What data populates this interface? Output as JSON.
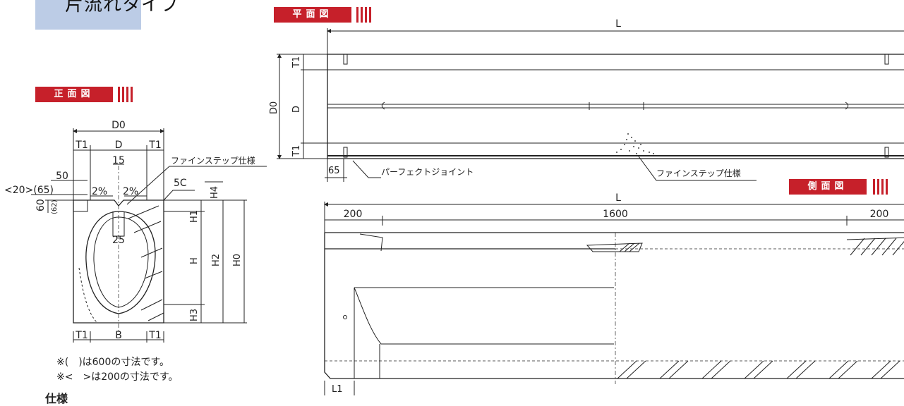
{
  "title": "片流れタイプ",
  "tags": {
    "plan": "平面図",
    "front": "正面図",
    "side": "側面図"
  },
  "front_view": {
    "dims": {
      "D0": "D0",
      "T1_left": "T1",
      "D": "D",
      "T1_right": "T1",
      "w15": "15",
      "w50": "50",
      "w20_65": "<20>(65)",
      "slope_left": "2%",
      "slope_right": "2%",
      "chamfer": "5C",
      "h60": "60",
      "h62": "(62)",
      "H4": "H4",
      "H1": "H1",
      "H": "H",
      "H2": "H2",
      "H0": "H0",
      "H3": "H3",
      "r25": "25",
      "T1_bottom_left": "T1",
      "B": "B",
      "T1_bottom_right": "T1"
    },
    "leader_finestep": "ファインステップ仕様"
  },
  "plan_view": {
    "dims": {
      "L": "L",
      "D0": "D0",
      "T1_top": "T1",
      "D": "D",
      "T1_bottom": "T1",
      "w65": "65"
    },
    "leader_joint": "パーフェクトジョイント",
    "leader_finestep": "ファインステップ仕様"
  },
  "side_view": {
    "dims": {
      "L": "L",
      "left": "200",
      "middle": "1600",
      "right": "200",
      "L1": "L1"
    }
  },
  "notes": [
    "※(　)は600の寸法です。",
    "※<　>は200の寸法です。"
  ],
  "cut_text": "仕様"
}
